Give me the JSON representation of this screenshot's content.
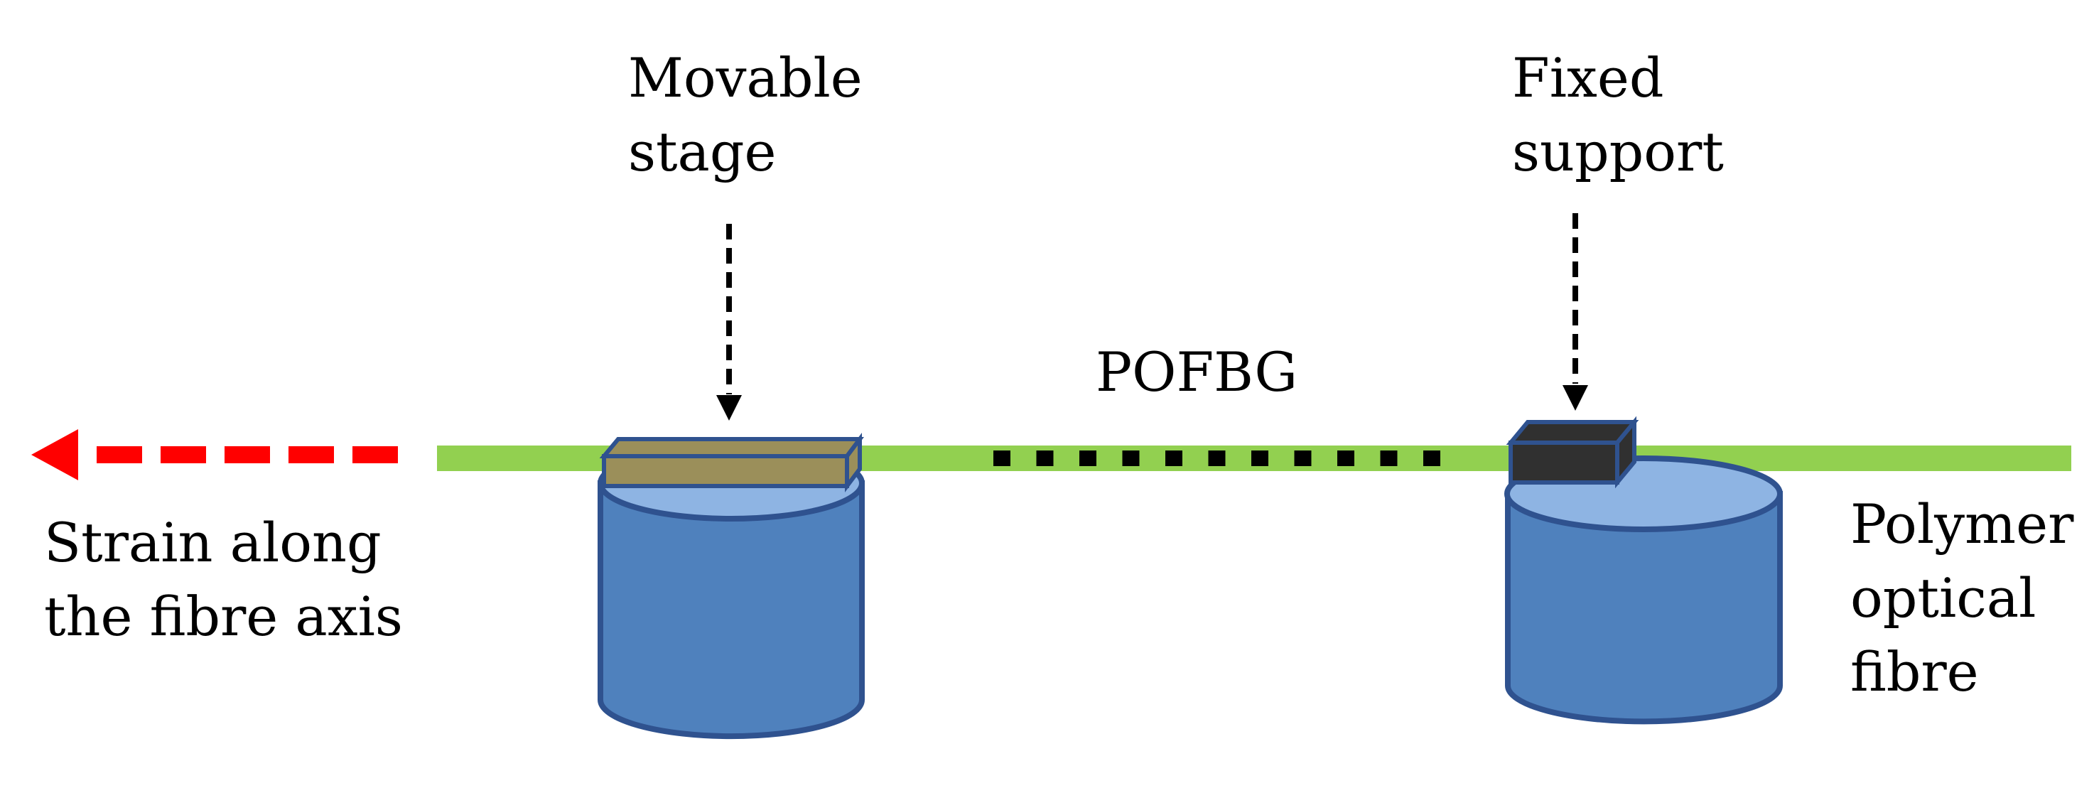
{
  "diagram": {
    "labels": {
      "movable_stage": [
        "Movable",
        "stage"
      ],
      "fixed_support": [
        "Fixed",
        "support"
      ],
      "pofbg": "POFBG",
      "strain": [
        "Strain along",
        "the fibre axis"
      ],
      "polymer_fibre": [
        "Polymer",
        "optical",
        "fibre"
      ]
    },
    "colors": {
      "fibre": "#92d050",
      "cylinder_fill": "#4f81bd",
      "cylinder_top": "#8eb4e3",
      "cylinder_stroke": "#2f528f",
      "movable_block": "#9b8f5a",
      "fixed_block": "#303030",
      "strain_arrow": "#ff0000",
      "grating_marks": "#000000"
    },
    "icons": {
      "strain_arrow": "dashed-left-arrow",
      "pointer_arrows": "dashed-down-arrow"
    }
  }
}
